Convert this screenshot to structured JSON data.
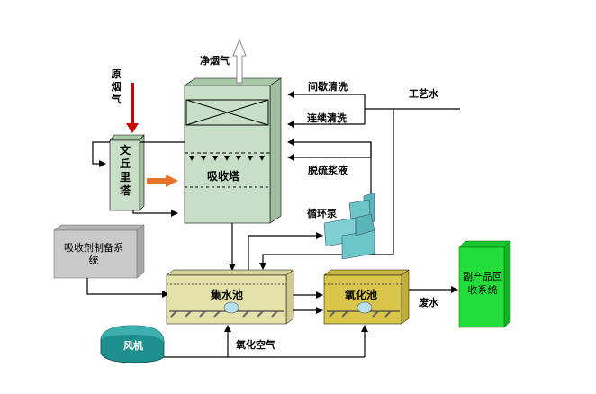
{
  "labels": {
    "clean_gas": "净烟气",
    "raw_gas": "原烟气",
    "intermittent_wash": "间歇清洗",
    "continuous_wash": "连续清洗",
    "process_water": "工艺水",
    "desulfurization_slurry": "脱硫浆液",
    "venturi": "文丘里塔",
    "absorber": "吸收塔",
    "circulation_pump": "循环泵",
    "absorbent_prep": "吸收剂制备系统",
    "collection_tank": "集水池",
    "oxidation_tank": "氧化池",
    "wastewater": "废水",
    "byproduct_recovery": "副产品回收系统",
    "blower": "风机",
    "oxidation_air": "氧化空气"
  },
  "colors": {
    "vessel_green": "#c7dfc7",
    "tank_yellow": "#e5e2a9",
    "ox_tank_yellow": "#d9c64a",
    "prep_gray": "#c9c9c9",
    "byproduct_green": "#22dd3a",
    "pump_teal": "#6cc6c8",
    "raw_gas_arrow": "#cc0000",
    "feed_arrow": "#e8742b",
    "line": "#000000"
  }
}
